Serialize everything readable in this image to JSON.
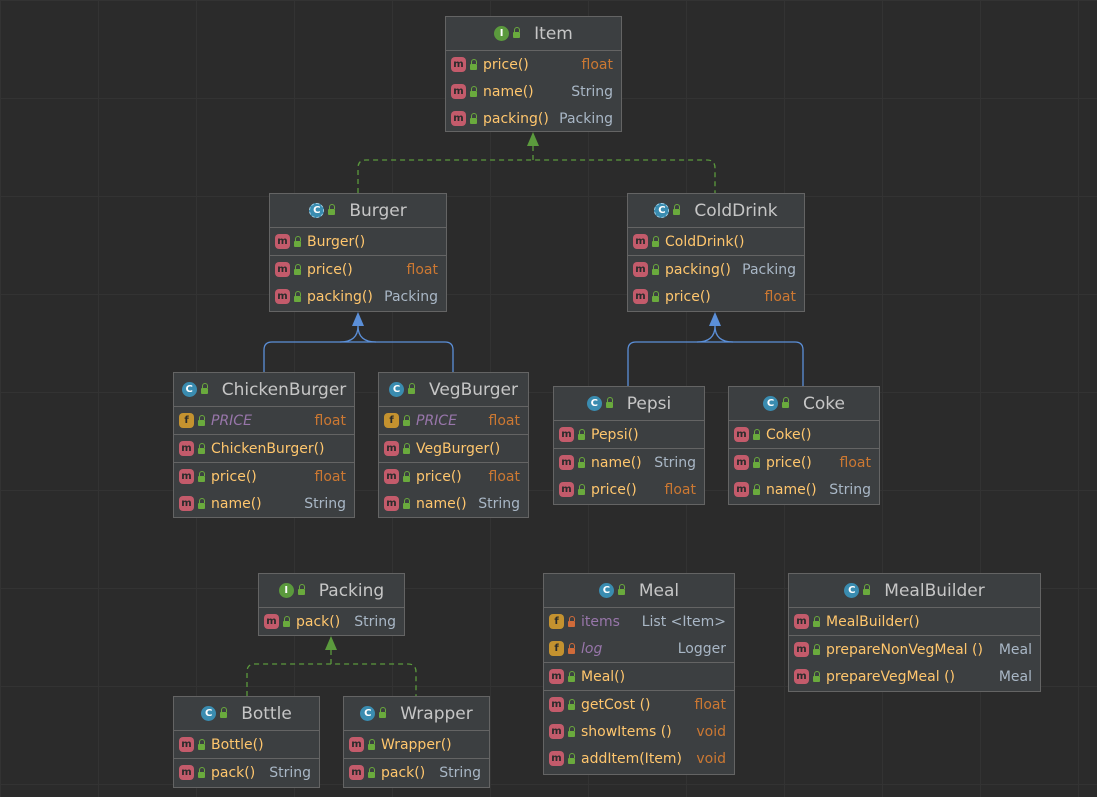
{
  "item": {
    "title": "Item",
    "rows": [
      {
        "name": "price()",
        "type": "float"
      },
      {
        "name": "name()",
        "type": "String"
      },
      {
        "name": "packing()",
        "type": "Packing"
      }
    ]
  },
  "burger": {
    "title": "Burger",
    "ctor": "Burger()",
    "rows": [
      {
        "name": "price()",
        "type": "float"
      },
      {
        "name": "packing()",
        "type": "Packing"
      }
    ]
  },
  "colddrink": {
    "title": "ColdDrink",
    "ctor": "ColdDrink()",
    "rows": [
      {
        "name": "packing()",
        "type": "Packing"
      },
      {
        "name": "price()",
        "type": "float"
      }
    ]
  },
  "chickenburger": {
    "title": "ChickenBurger",
    "field": {
      "name": "PRICE",
      "type": "float"
    },
    "ctor": "ChickenBurger()",
    "rows": [
      {
        "name": "price()",
        "type": "float"
      },
      {
        "name": "name()",
        "type": "String"
      }
    ]
  },
  "vegburger": {
    "title": "VegBurger",
    "field": {
      "name": "PRICE",
      "type": "float"
    },
    "ctor": "VegBurger()",
    "rows": [
      {
        "name": "price()",
        "type": "float"
      },
      {
        "name": "name()",
        "type": "String"
      }
    ]
  },
  "pepsi": {
    "title": "Pepsi",
    "ctor": "Pepsi()",
    "rows": [
      {
        "name": "name()",
        "type": "String"
      },
      {
        "name": "price()",
        "type": "float"
      }
    ]
  },
  "coke": {
    "title": "Coke",
    "ctor": "Coke()",
    "rows": [
      {
        "name": "price()",
        "type": "float"
      },
      {
        "name": "name()",
        "type": "String"
      }
    ]
  },
  "packing": {
    "title": "Packing",
    "rows": [
      {
        "name": "pack()",
        "type": "String"
      }
    ]
  },
  "bottle": {
    "title": "Bottle",
    "ctor": "Bottle()",
    "rows": [
      {
        "name": "pack()",
        "type": "String"
      }
    ]
  },
  "wrapper": {
    "title": "Wrapper",
    "ctor": "Wrapper()",
    "rows": [
      {
        "name": "pack()",
        "type": "String"
      }
    ]
  },
  "meal": {
    "title": "Meal",
    "fields": [
      {
        "name": "items",
        "type": "List <Item>"
      },
      {
        "name": "log",
        "type": "Logger"
      }
    ],
    "ctor": "Meal()",
    "rows": [
      {
        "name": "getCost ()",
        "type": "float"
      },
      {
        "name": "showItems ()",
        "type": "void"
      },
      {
        "name": "addItem(Item)",
        "type": "void"
      }
    ]
  },
  "mealbuilder": {
    "title": "MealBuilder",
    "ctor": "MealBuilder()",
    "rows": [
      {
        "name": "prepareNonVegMeal ()",
        "type": "Meal"
      },
      {
        "name": "prepareVegMeal ()",
        "type": "Meal"
      }
    ]
  },
  "badges": {
    "class": "C",
    "interface": "I",
    "method": "m",
    "field": "f"
  },
  "colors": {
    "background": "#2b2b2b",
    "box": "#3c3f41",
    "method_name": "#ffc66d",
    "field_name": "#9876aa",
    "keyword_type": "#cc7832",
    "implements_line": "#5b9a3d",
    "extends_line": "#5b8fd8"
  }
}
